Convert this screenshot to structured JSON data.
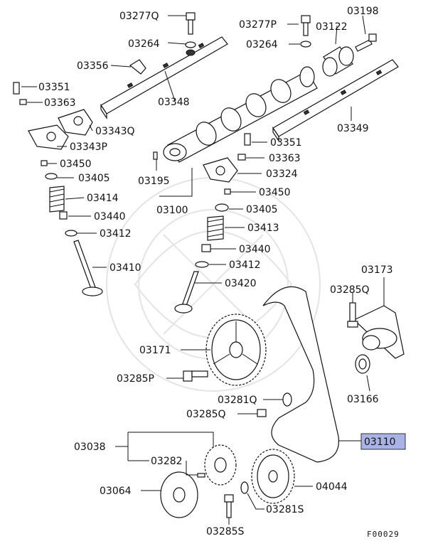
{
  "diagram_code": "F00029",
  "highlight_color": "#aab3e6",
  "labels": {
    "p03277Q": "03277Q",
    "p03264a": "03264",
    "p03356": "03356",
    "p03351a": "03351",
    "p03363a": "03363",
    "p03348": "03348",
    "p03343Q": "03343Q",
    "p03343P": "03343P",
    "p03450a": "03450",
    "p03405a": "03405",
    "p03414": "03414",
    "p03440a": "03440",
    "p03412a": "03412",
    "p03410": "03410",
    "p03277P": "03277P",
    "p03122": "03122",
    "p03198": "03198",
    "p03264b": "03264",
    "p03349": "03349",
    "p03351b": "03351",
    "p03363b": "03363",
    "p03195": "03195",
    "p03324": "03324",
    "p03100": "03100",
    "p03450b": "03450",
    "p03405b": "03405",
    "p03413": "03413",
    "p03440b": "03440",
    "p03412b": "03412",
    "p03420": "03420",
    "p03173": "03173",
    "p03285Q_top": "03285Q",
    "p03171": "03171",
    "p03285P": "03285P",
    "p03166": "03166",
    "p03281Q": "03281Q",
    "p03285Q": "03285Q",
    "p03110": "03110",
    "p03038": "03038",
    "p03282": "03282",
    "p03064": "03064",
    "p04044": "04044",
    "p03281S": "03281S",
    "p03285S": "03285S"
  }
}
